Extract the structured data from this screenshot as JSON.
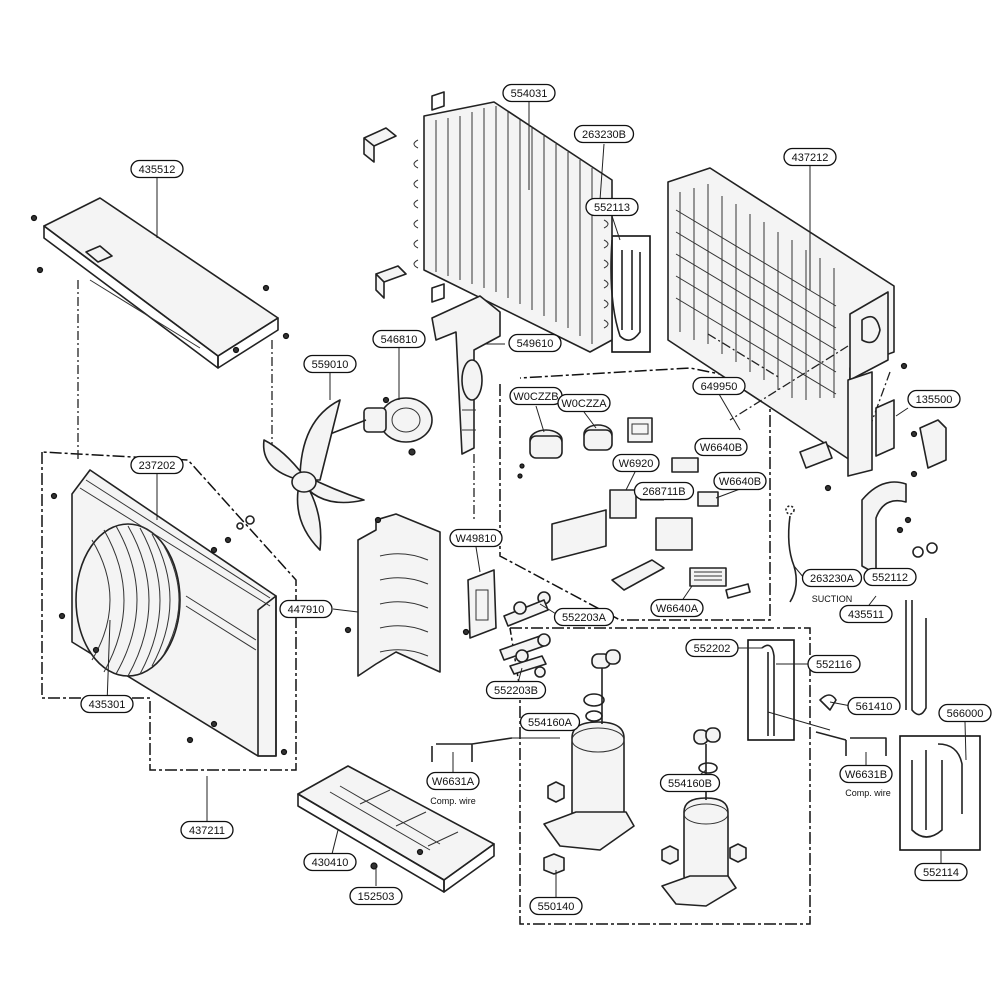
{
  "parts": [
    {
      "id": "p435512",
      "text": "435512"
    },
    {
      "id": "p554031",
      "text": "554031"
    },
    {
      "id": "p263230B",
      "text": "263230B"
    },
    {
      "id": "p552113",
      "text": "552113"
    },
    {
      "id": "p437212",
      "text": "437212"
    },
    {
      "id": "p546810",
      "text": "546810"
    },
    {
      "id": "p559010",
      "text": "559010"
    },
    {
      "id": "p549610",
      "text": "549610"
    },
    {
      "id": "p649950",
      "text": "649950"
    },
    {
      "id": "pW0CZZB",
      "text": "W0CZZB"
    },
    {
      "id": "pW0CZZA",
      "text": "W0CZZA"
    },
    {
      "id": "p135500",
      "text": "135500"
    },
    {
      "id": "pW6640B1",
      "text": "W6640B"
    },
    {
      "id": "pW6920",
      "text": "W6920"
    },
    {
      "id": "p268711B",
      "text": "268711B"
    },
    {
      "id": "pW6640B2",
      "text": "W6640B"
    },
    {
      "id": "p237202",
      "text": "237202"
    },
    {
      "id": "pW49810",
      "text": "W49810"
    },
    {
      "id": "p263230A",
      "text": "263230A"
    },
    {
      "id": "p552112",
      "text": "552112"
    },
    {
      "id": "p447910",
      "text": "447910"
    },
    {
      "id": "pW6640A",
      "text": "W6640A"
    },
    {
      "id": "p435511",
      "text": "435511"
    },
    {
      "id": "p552203A",
      "text": "552203A"
    },
    {
      "id": "p552202",
      "text": "552202"
    },
    {
      "id": "p552116",
      "text": "552116"
    },
    {
      "id": "p435301",
      "text": "435301"
    },
    {
      "id": "p552203B",
      "text": "552203B"
    },
    {
      "id": "p561410",
      "text": "561410"
    },
    {
      "id": "p554160A",
      "text": "554160A"
    },
    {
      "id": "p566000",
      "text": "566000"
    },
    {
      "id": "pW6631A",
      "text": "W6631A"
    },
    {
      "id": "pW6631B",
      "text": "W6631B"
    },
    {
      "id": "p554160B",
      "text": "554160B"
    },
    {
      "id": "p437211",
      "text": "437211"
    },
    {
      "id": "p430410",
      "text": "430410"
    },
    {
      "id": "p552114",
      "text": "552114"
    },
    {
      "id": "p550140",
      "text": "550140"
    },
    {
      "id": "p152503",
      "text": "152503"
    }
  ],
  "captions": {
    "suction": "SUCTION",
    "comp_wire_a": "Comp. wire",
    "comp_wire_b": "Comp. wire"
  }
}
